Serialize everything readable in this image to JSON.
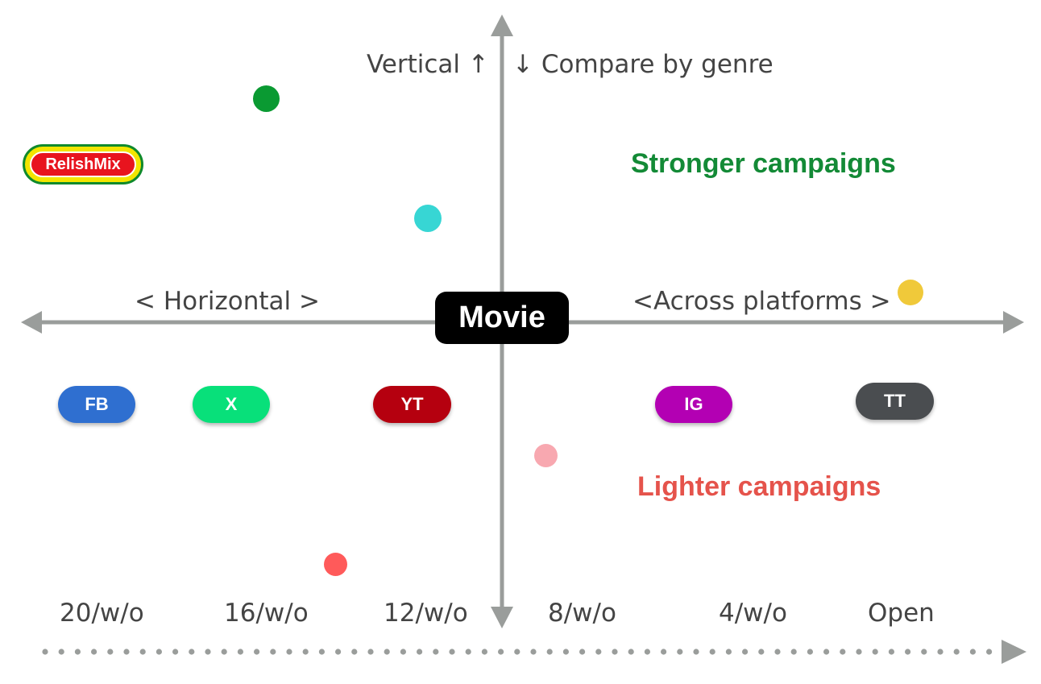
{
  "center_label": "Movie",
  "vertical_label": "Vertical ↑",
  "compare_label": "↓ Compare by genre",
  "horizontal_label": "< Horizontal >",
  "across_label": "<Across platforms >",
  "stronger_label": "Stronger campaigns",
  "lighter_label": "Lighter campaigns",
  "logo_text": "RelishMix",
  "colors": {
    "axis": "#9a9d9b",
    "stronger": "#138a36",
    "lighter": "#e5534b",
    "text": "#444444"
  },
  "platforms": [
    {
      "id": "fb",
      "label": "FB",
      "color": "#2f6fd0"
    },
    {
      "id": "x",
      "label": "X",
      "color": "#08e07a"
    },
    {
      "id": "yt",
      "label": "YT",
      "color": "#b5000f"
    },
    {
      "id": "ig",
      "label": "IG",
      "color": "#b300b3"
    },
    {
      "id": "tt",
      "label": "TT",
      "color": "#4a4d50"
    }
  ],
  "dots": [
    {
      "id": "green",
      "color": "#0a9a32"
    },
    {
      "id": "teal",
      "color": "#37d6d4"
    },
    {
      "id": "yellow",
      "color": "#f0c93a"
    },
    {
      "id": "pink",
      "color": "#f8a8b0"
    },
    {
      "id": "red",
      "color": "#ff5a5a"
    }
  ],
  "windows": [
    "20/w/o",
    "16/w/o",
    "12/w/o",
    "8/w/o",
    "4/w/o",
    "Open"
  ]
}
